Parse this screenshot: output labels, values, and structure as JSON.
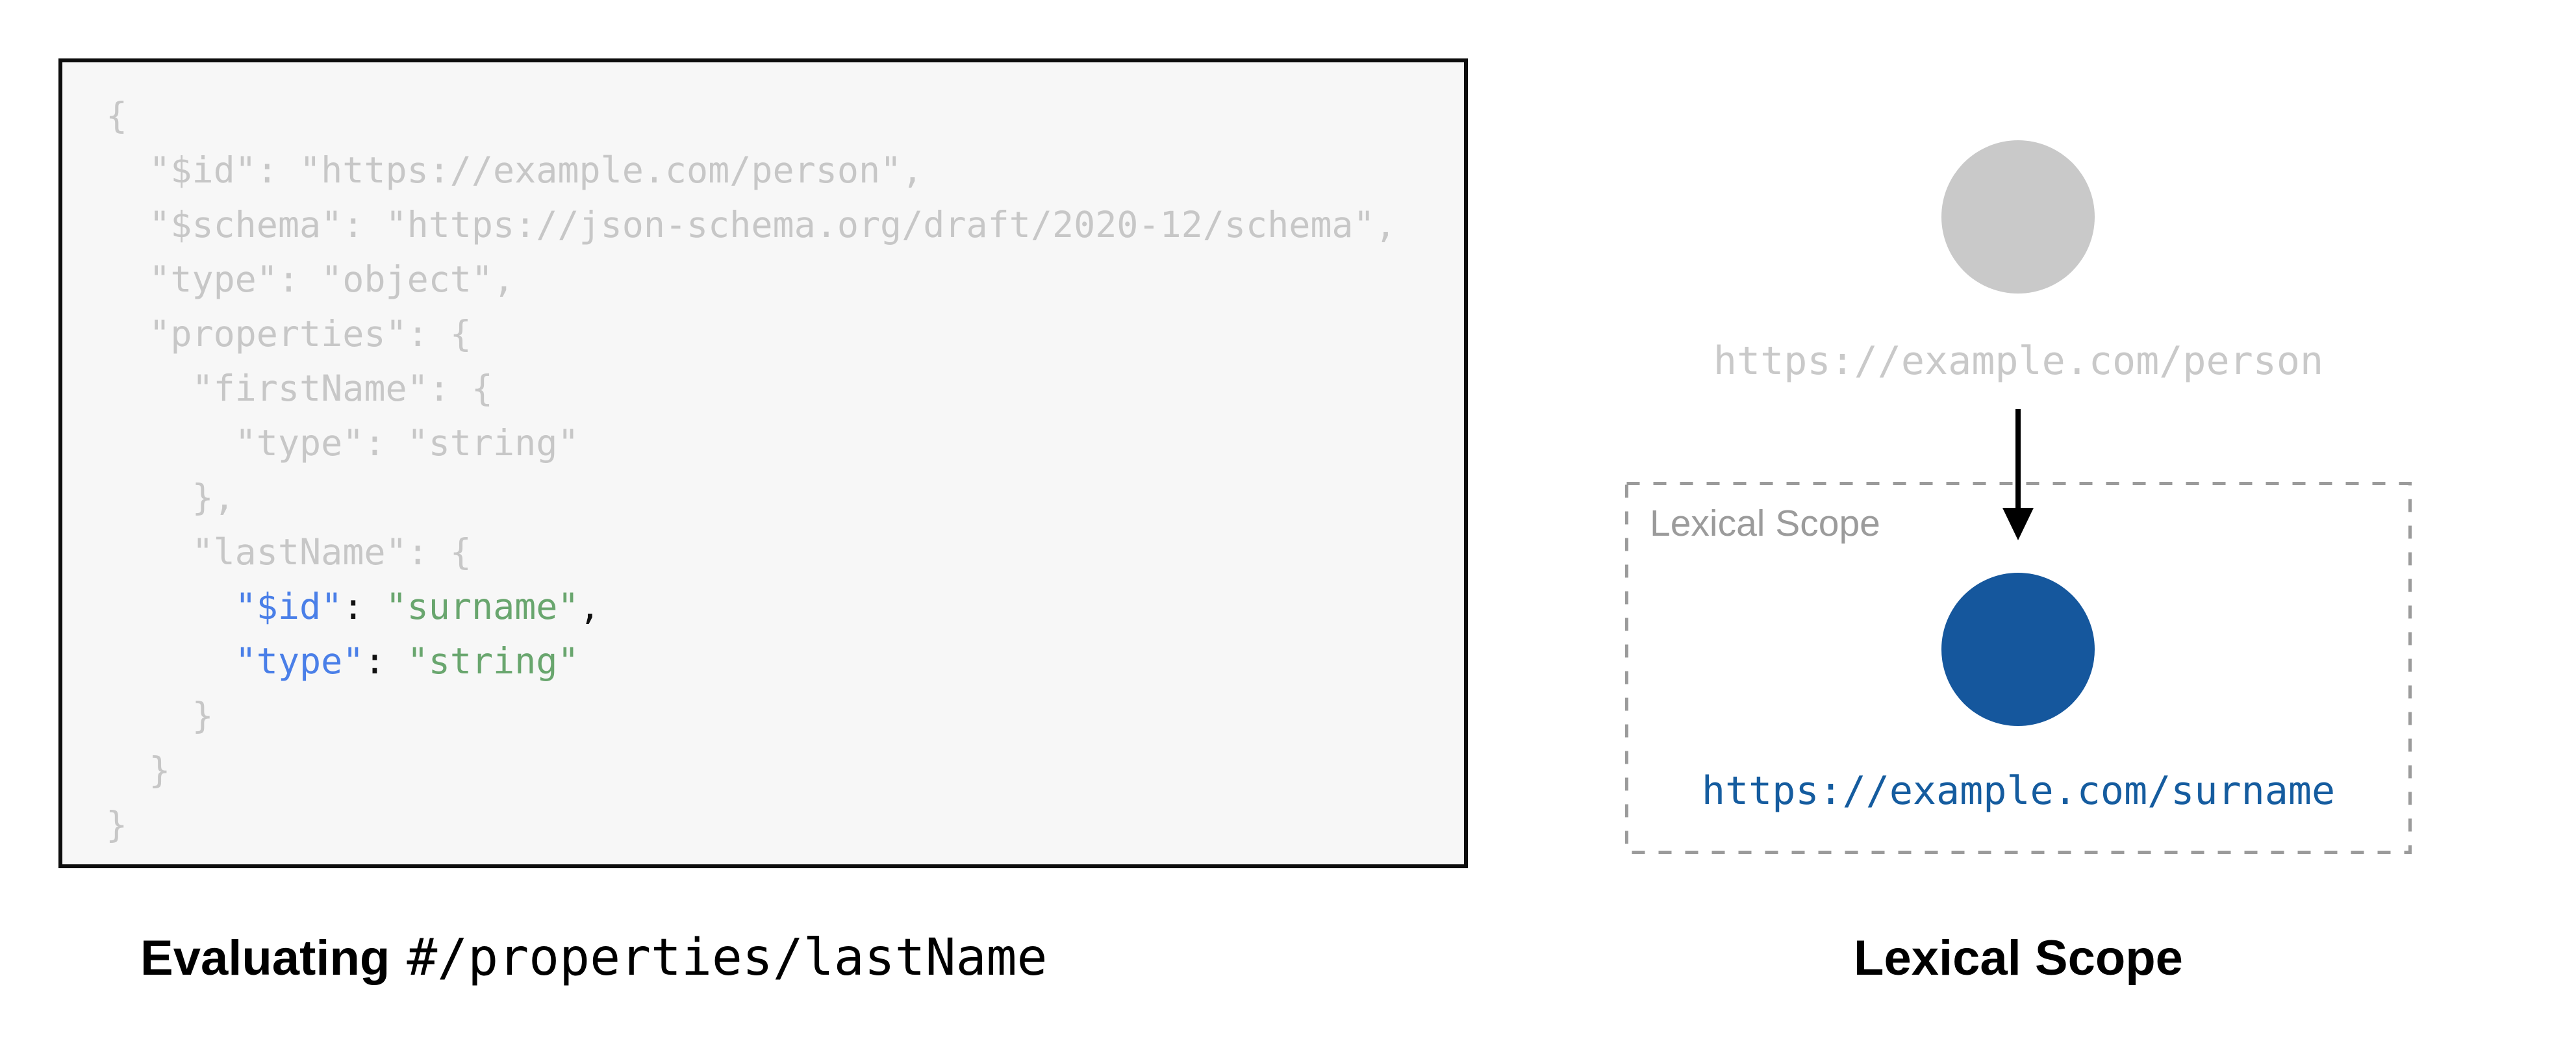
{
  "colors": {
    "page_bg": "#ffffff",
    "panel_bg": "#f7f7f7",
    "panel_border": "#0d0d0d",
    "code_dim": "#c7c7c7",
    "code_key_blue": "#4a7fe8",
    "code_string_green": "#69a66e",
    "code_punct": "#111111",
    "node_gray": "#c9c9c9",
    "scope_gray": "#9b9b9b",
    "node_blue": "#15579d",
    "link_blue": "#155c9f",
    "arrow_black": "#000000",
    "caption_black": "#000000"
  },
  "code_panel": {
    "lines": [
      [
        {
          "text": "{",
          "c": "dim"
        }
      ],
      [
        {
          "text": "  \"$id\": \"https://example.com/person\",",
          "c": "dim"
        }
      ],
      [
        {
          "text": "  \"$schema\": \"https://json-schema.org/draft/2020-12/schema\",",
          "c": "dim"
        }
      ],
      [
        {
          "text": "  \"type\": \"object\",",
          "c": "dim"
        }
      ],
      [
        {
          "text": "  \"properties\": {",
          "c": "dim"
        }
      ],
      [
        {
          "text": "    \"firstName\": {",
          "c": "dim"
        }
      ],
      [
        {
          "text": "      \"type\": \"string\"",
          "c": "dim"
        }
      ],
      [
        {
          "text": "    },",
          "c": "dim"
        }
      ],
      [
        {
          "text": "    \"lastName\": {",
          "c": "dim"
        }
      ],
      [
        {
          "text": "      ",
          "c": "dim"
        },
        {
          "text": "\"$id\"",
          "c": "key"
        },
        {
          "text": ": ",
          "c": "punct"
        },
        {
          "text": "\"surname\"",
          "c": "str"
        },
        {
          "text": ",",
          "c": "punct"
        }
      ],
      [
        {
          "text": "      ",
          "c": "dim"
        },
        {
          "text": "\"type\"",
          "c": "key"
        },
        {
          "text": ": ",
          "c": "punct"
        },
        {
          "text": "\"string\"",
          "c": "str"
        }
      ],
      [
        {
          "text": "    }",
          "c": "dim"
        }
      ],
      [
        {
          "text": "  }",
          "c": "dim"
        }
      ],
      [
        {
          "text": "}",
          "c": "dim"
        }
      ]
    ]
  },
  "captions": {
    "left_bold": "Evaluating",
    "left_mono": "#/properties/lastName",
    "right": "Lexical Scope"
  },
  "diagram": {
    "top_node_label": "https://example.com/person",
    "scope_box_label": "Lexical Scope",
    "bottom_node_label": "https://example.com/surname"
  }
}
